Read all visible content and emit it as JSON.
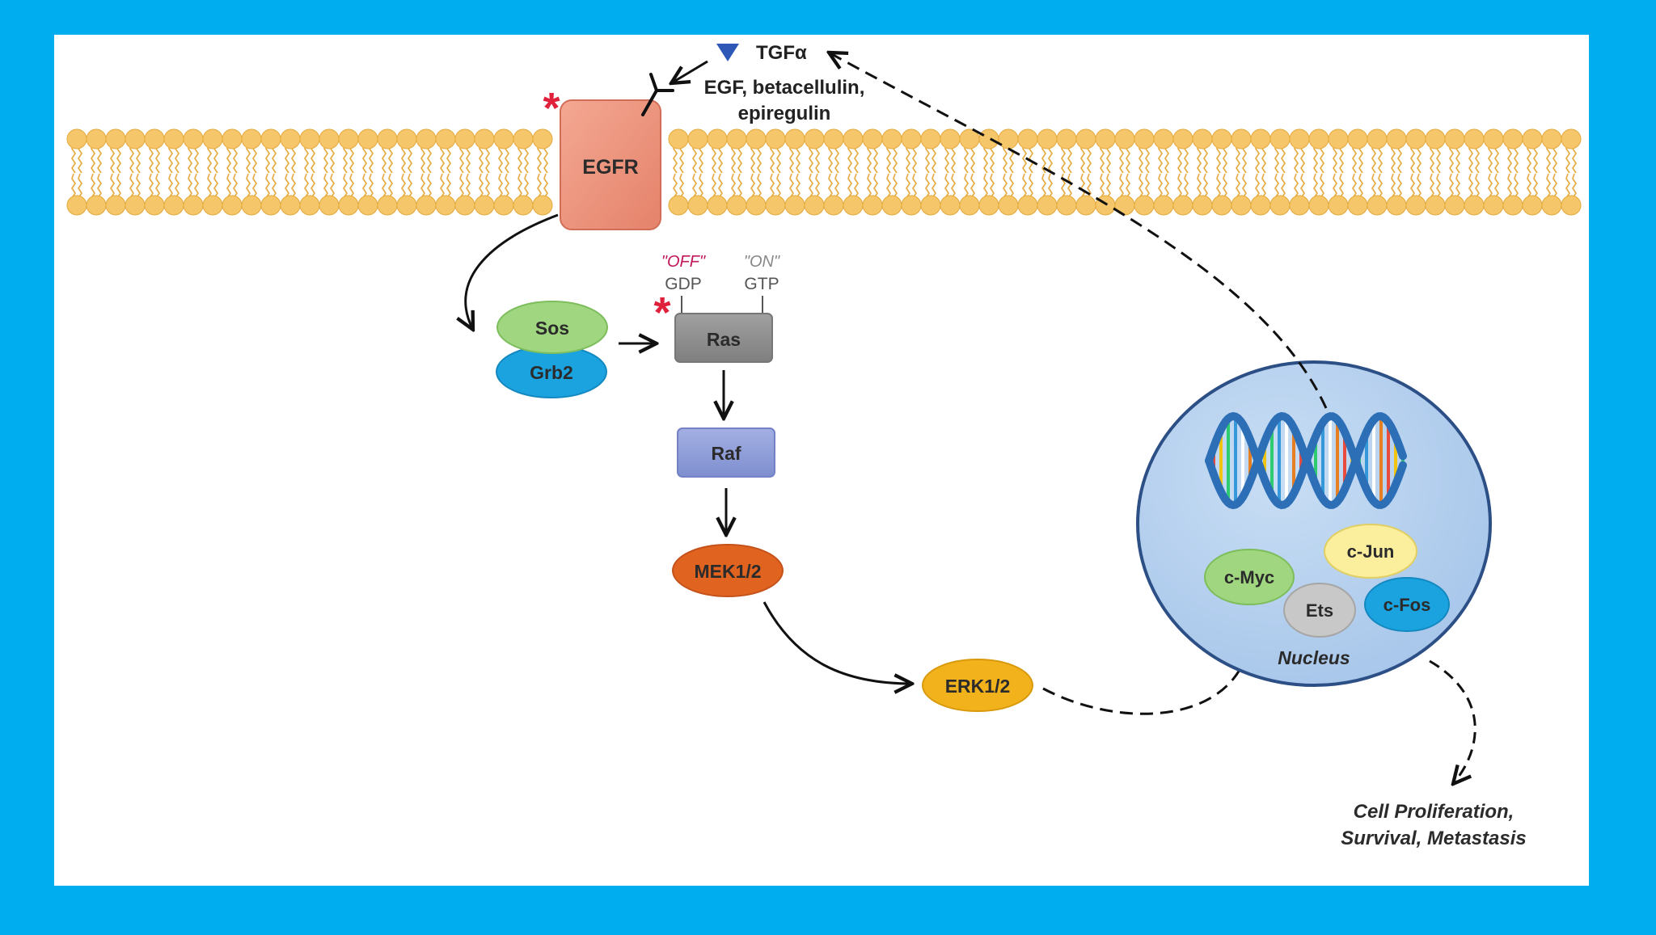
{
  "colors": {
    "frame": "#00aeef",
    "panel": "#ffffff",
    "membrane": "#f5c66a",
    "membrane_dark": "#e4a93c",
    "egfr": "#ec8f78",
    "sos": "#9fd67f",
    "grb2": "#1ba3e0",
    "ras": "#8f8f8f",
    "raf": "#8b9ad6",
    "mek": "#e0641f",
    "erk": "#f2b21b",
    "nucleus": "#b5d1ee",
    "nucleus_border": "#2c4f86",
    "myc": "#9fd67f",
    "jun": "#fbee9c",
    "ets": "#c8c8c8",
    "fos": "#1ba3e0",
    "star": "#e0213b",
    "off_text": "#c2185b",
    "tgfa_triangle": "#2e57b8"
  },
  "ligands": {
    "tgfa": "TGFα",
    "egf_line1": "EGF, betacellulin,",
    "egf_line2": "epiregulin"
  },
  "nodes": {
    "egfr": "EGFR",
    "sos": "Sos",
    "grb2": "Grb2",
    "ras": "Ras",
    "raf": "Raf",
    "mek": "MEK1/2",
    "erk": "ERK1/2"
  },
  "ras_states": {
    "off_label": "\"OFF\"",
    "off_nucleotide": "GDP",
    "on_label": "\"ON\"",
    "on_nucleotide": "GTP"
  },
  "mutation_marker": "*",
  "nucleus": {
    "label": "Nucleus",
    "factors": {
      "myc": "c-Myc",
      "jun": "c-Jun",
      "ets": "Ets",
      "fos": "c-Fos"
    }
  },
  "outcome": {
    "line1": "Cell Proliferation,",
    "line2": "Survival, Metastasis"
  }
}
